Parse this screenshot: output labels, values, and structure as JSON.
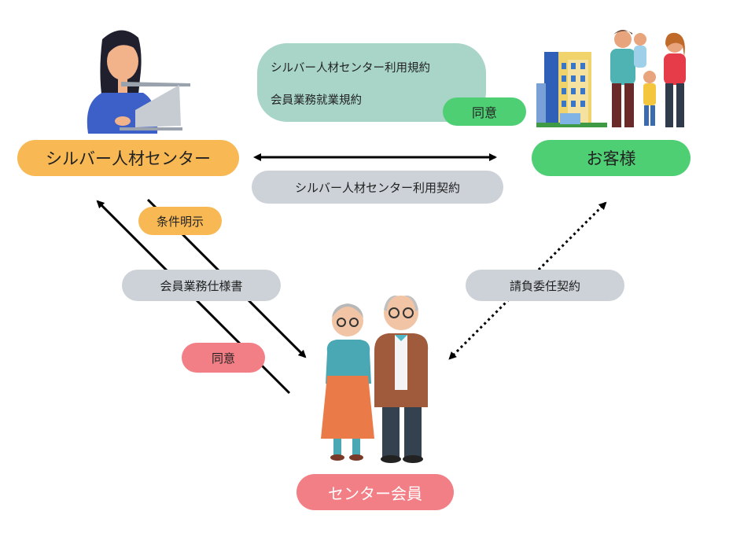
{
  "nodes": {
    "silver_center": "シルバー人材センター",
    "customer": "お客様",
    "member": "センター会員"
  },
  "rules": {
    "line1": "シルバー人材センター利用規約",
    "line2": "会員業務就業規約",
    "agree": "同意"
  },
  "relations": {
    "usage_contract": "シルバー人材センター利用契約",
    "condition_notice": "条件明示",
    "member_work_spec": "会員業務仕様書",
    "member_agree": "同意",
    "contract_work": "請負委任契約"
  },
  "colors": {
    "orange": "#f8b955",
    "green": "#4fcf74",
    "pink": "#f37f86",
    "gray": "#cdd2d8",
    "teal_box": "#a8d5c8"
  }
}
